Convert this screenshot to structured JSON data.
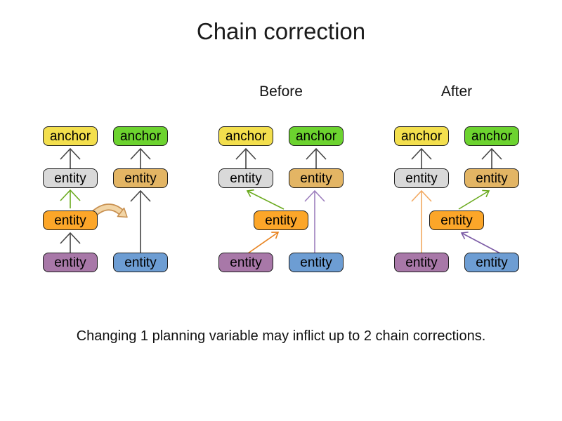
{
  "diagram": {
    "title": "Chain correction",
    "caption": "Changing 1 planning variable may inflict up to 2 chain corrections."
  },
  "groups": [
    {
      "id": "initial",
      "boxes": [
        {
          "type": "anchor",
          "label": "anchor",
          "color": "#F3DF4D"
        },
        {
          "type": "anchor",
          "label": "anchor",
          "color": "#6CD32F"
        },
        {
          "type": "entity",
          "label": "entity",
          "color": "#D9D9D9"
        },
        {
          "type": "entity",
          "label": "entity",
          "color": "#E3B564"
        },
        {
          "type": "entity",
          "label": "entity",
          "color": "#FCA629"
        },
        {
          "type": "entity",
          "label": "entity",
          "color": "#A878A8"
        },
        {
          "type": "entity",
          "label": "entity",
          "color": "#6D9DD3"
        }
      ]
    },
    {
      "id": "before",
      "label": "Before",
      "boxes": [
        {
          "type": "anchor",
          "label": "anchor",
          "color": "#F3DF4D"
        },
        {
          "type": "anchor",
          "label": "anchor",
          "color": "#6CD32F"
        },
        {
          "type": "entity",
          "label": "entity",
          "color": "#D9D9D9"
        },
        {
          "type": "entity",
          "label": "entity",
          "color": "#E3B564"
        },
        {
          "type": "entity",
          "label": "entity",
          "color": "#FCA629"
        },
        {
          "type": "entity",
          "label": "entity",
          "color": "#A878A8"
        },
        {
          "type": "entity",
          "label": "entity",
          "color": "#6D9DD3"
        }
      ]
    },
    {
      "id": "after",
      "label": "After",
      "boxes": [
        {
          "type": "anchor",
          "label": "anchor",
          "color": "#F3DF4D"
        },
        {
          "type": "anchor",
          "label": "anchor",
          "color": "#6CD32F"
        },
        {
          "type": "entity",
          "label": "entity",
          "color": "#D9D9D9"
        },
        {
          "type": "entity",
          "label": "entity",
          "color": "#E3B564"
        },
        {
          "type": "entity",
          "label": "entity",
          "color": "#FCA629"
        },
        {
          "type": "entity",
          "label": "entity",
          "color": "#A878A8"
        },
        {
          "type": "entity",
          "label": "entity",
          "color": "#6D9DD3"
        }
      ]
    }
  ],
  "arrow_colors": {
    "black": "#444444",
    "green": "#6AAA1E",
    "orange": "#E8821E",
    "orange_light": "#F2A860",
    "purple_light": "#9C7EBD",
    "purple_dark": "#7C5CA6",
    "move_arrow_fill": "#F2D5A6",
    "move_arrow_outline": "#C89050"
  },
  "arrows": [
    {
      "group": "initial",
      "from": "entity-gray",
      "to": "anchor-yellow",
      "color": "#444444"
    },
    {
      "group": "initial",
      "from": "entity-orange",
      "to": "entity-gray",
      "color": "#6AAA1E"
    },
    {
      "group": "initial",
      "from": "entity-purple",
      "to": "entity-orange",
      "color": "#444444"
    },
    {
      "group": "initial",
      "from": "entity-tan",
      "to": "anchor-green",
      "color": "#444444"
    },
    {
      "group": "initial",
      "from": "entity-blue",
      "to": "entity-tan",
      "color": "#444444"
    },
    {
      "group": "initial",
      "from": "entity-orange",
      "to": "second-chain",
      "color": "#C89050",
      "style": "curved-move"
    },
    {
      "group": "before",
      "from": "entity-gray",
      "to": "anchor-yellow",
      "color": "#444444"
    },
    {
      "group": "before",
      "from": "entity-tan",
      "to": "anchor-green",
      "color": "#444444"
    },
    {
      "group": "before",
      "from": "entity-orange",
      "to": "entity-gray",
      "color": "#6AAA1E"
    },
    {
      "group": "before",
      "from": "entity-purple",
      "to": "entity-orange",
      "color": "#E8821E"
    },
    {
      "group": "before",
      "from": "entity-blue",
      "to": "entity-tan",
      "color": "#9C7EBD"
    },
    {
      "group": "after",
      "from": "entity-gray",
      "to": "anchor-yellow",
      "color": "#444444"
    },
    {
      "group": "after",
      "from": "entity-tan",
      "to": "anchor-green",
      "color": "#444444"
    },
    {
      "group": "after",
      "from": "entity-purple",
      "to": "entity-gray",
      "color": "#F2A860"
    },
    {
      "group": "after",
      "from": "entity-orange",
      "to": "entity-tan",
      "color": "#6AAA1E"
    },
    {
      "group": "after",
      "from": "entity-blue",
      "to": "entity-orange",
      "color": "#7C5CA6"
    }
  ]
}
